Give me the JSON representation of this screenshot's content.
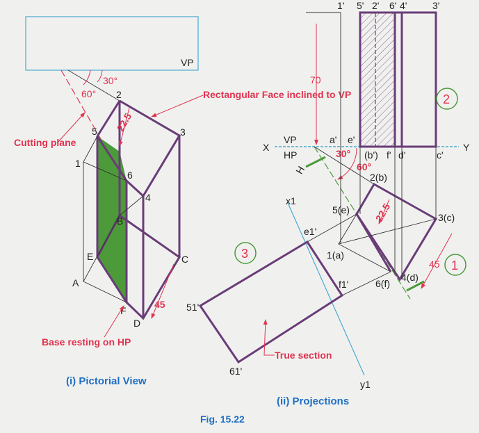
{
  "pictorial": {
    "vp_label": "VP",
    "angle1": "30°",
    "angle2": "60°",
    "cutting_plane": "Cutting plane",
    "rect_face": "Rectangular Face inclined to VP",
    "dim_225": "22.5",
    "dim_45": "45",
    "base": "Base resting on HP",
    "points": {
      "p1": "1",
      "p2": "2",
      "p3": "3",
      "p4": "4",
      "p5": "5",
      "p6": "6",
      "A": "A",
      "B": "B",
      "C": "C",
      "D": "D",
      "E": "E",
      "F": "F"
    },
    "caption": "(i) Pictorial View"
  },
  "projections": {
    "x": "X",
    "y": "Y",
    "vp": "VP",
    "hp": "HP",
    "dim_70": "70",
    "angle30": "30°",
    "angle60": "60°",
    "dim_225": "22.5",
    "dim_45": "45",
    "h_label": "H",
    "true_section": "True section",
    "front": {
      "p1": "1'",
      "p5": "5'",
      "p2": "2'",
      "p6": "6'",
      "p4": "4'",
      "p3": "3'",
      "a": "a'",
      "e": "e'",
      "b": "(b')",
      "f": "f'",
      "d": "d'",
      "c": "c'"
    },
    "top": {
      "p2": "2(b)",
      "p3": "3(c)",
      "p5": "5(e)",
      "p1": "1(a)",
      "p6": "6(f)",
      "p4": "4(d)"
    },
    "aux": {
      "x1": "x1",
      "y1": "y1",
      "e1": "e1'",
      "f1": "f1'",
      "s5": "51'",
      "s6": "61'"
    },
    "steps": [
      "1",
      "2",
      "3"
    ],
    "caption": "(ii) Projections"
  },
  "figure": "Fig. 15.22"
}
